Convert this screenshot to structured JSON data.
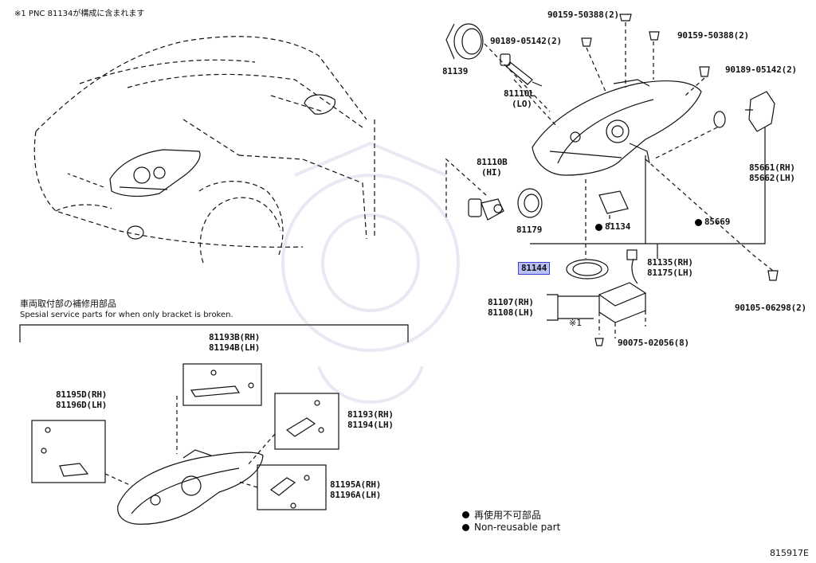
{
  "header": {
    "note": "※1 PNC 81134が構成に含まれます",
    "service_title_jp": "車両取付部の補修用部品",
    "service_title_en": "Spesial service parts for when only bracket is broken."
  },
  "parts": {
    "p81139": "81139",
    "p90159a": "90159-50388(2)",
    "p90189a": "90189-05142(2)",
    "p90159b": "90159-50388(2)",
    "p90189b": "90189-05142(2)",
    "p81110l": "81110L",
    "p81110l_sub": "(LO)",
    "p81110b": "81110B",
    "p81110b_sub": "(HI)",
    "p81179": "81179",
    "p81134": "81134",
    "p85669": "85669",
    "p85661": "85661(RH)",
    "p85662": "85662(LH)",
    "p81144": "81144",
    "p81135": "81135(RH)",
    "p81175": "81175(LH)",
    "p90105": "90105-06298(2)",
    "p81107": "81107(RH)",
    "p81108": "81108(LH)",
    "p_note1": "※1",
    "p90075": "90075-02056(8)",
    "p81193b": "81193B(RH)",
    "p81194b": "81194B(LH)",
    "p81195d": "81195D(RH)",
    "p81196d": "81196D(LH)",
    "p81193": "81193(RH)",
    "p81194": "81194(LH)",
    "p81195a": "81195A(RH)",
    "p81196a": "81196A(LH)"
  },
  "legend": {
    "jp": "再使用不可部品",
    "en": "Non-reusable part"
  },
  "footer": {
    "code": "815917E"
  },
  "colors": {
    "highlight_bg": "#b8bff2",
    "highlight_border": "#3d46c8",
    "line": "#111111"
  }
}
